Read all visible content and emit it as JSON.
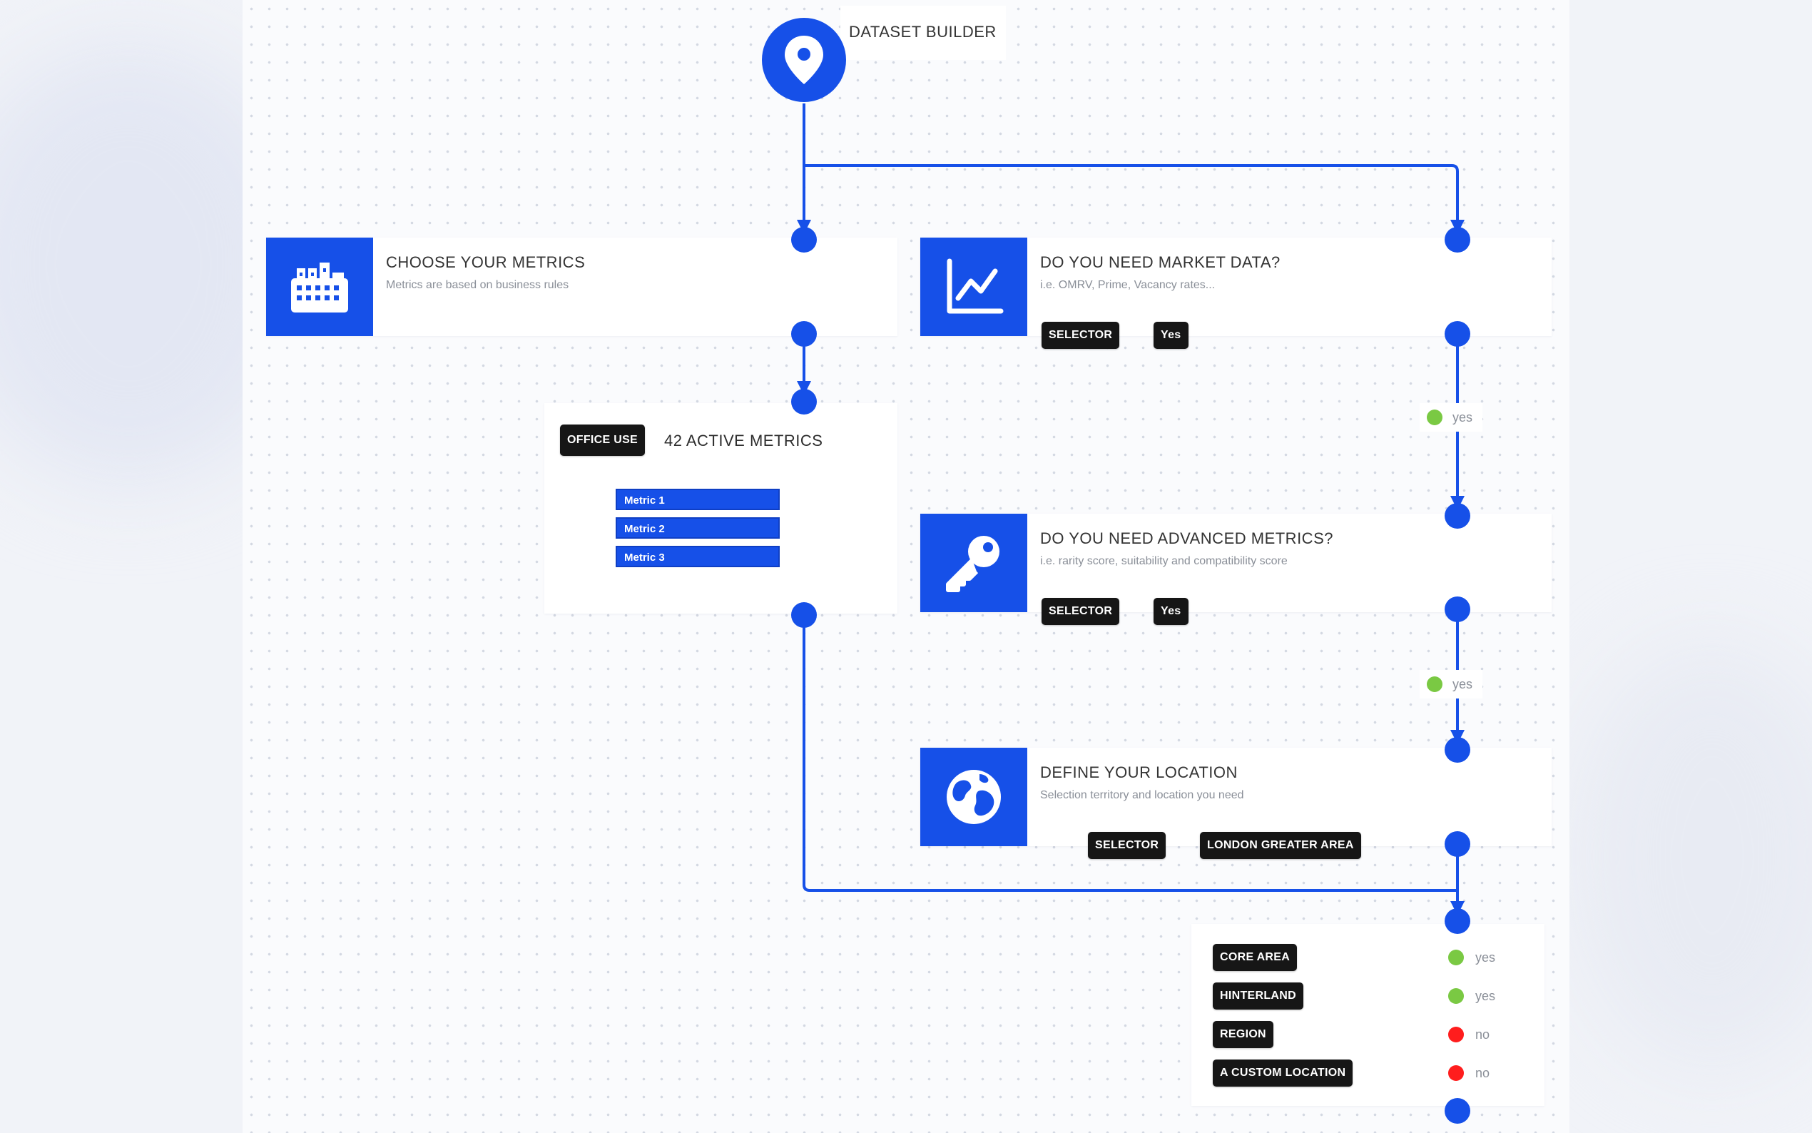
{
  "root": {
    "title": "DATASET BUILDER",
    "icon": "map-pin-icon"
  },
  "colors": {
    "accent": "#1650e8",
    "chip": "#161616",
    "yes": "#7ac943",
    "no": "#ff1d1d"
  },
  "nodes": {
    "metrics": {
      "title": "CHOOSE YOUR METRICS",
      "subtitle": "Metrics are based on business rules",
      "icon": "buildings-icon"
    },
    "market": {
      "title": "DO YOU NEED MARKET DATA?",
      "subtitle": "i.e. OMRV, Prime, Vacancy rates...",
      "icon": "line-chart-icon",
      "selector_label": "SELECTOR",
      "value_label": "Yes"
    },
    "advanced": {
      "title": "DO YOU NEED ADVANCED METRICS?",
      "subtitle": "i.e. rarity score, suitability and compatibility score",
      "icon": "key-icon",
      "selector_label": "SELECTOR",
      "value_label": "Yes"
    },
    "location": {
      "title": "DEFINE YOUR LOCATION",
      "subtitle": "Selection territory and location you need",
      "icon": "globe-icon",
      "selector_label": "SELECTOR",
      "value_label": "LONDON GREATER AREA"
    }
  },
  "office": {
    "badge": "OFFICE USE",
    "count_label": "42 ACTIVE METRICS",
    "metrics": [
      "Metric 1",
      "Metric 2",
      "Metric 3"
    ]
  },
  "branch_tags": {
    "market_to_advanced": "yes",
    "advanced_to_location": "yes"
  },
  "location_options": [
    {
      "label": "CORE AREA",
      "status": "yes"
    },
    {
      "label": "HINTERLAND",
      "status": "yes"
    },
    {
      "label": "REGION",
      "status": "no"
    },
    {
      "label": "A CUSTOM LOCATION",
      "status": "no"
    }
  ]
}
